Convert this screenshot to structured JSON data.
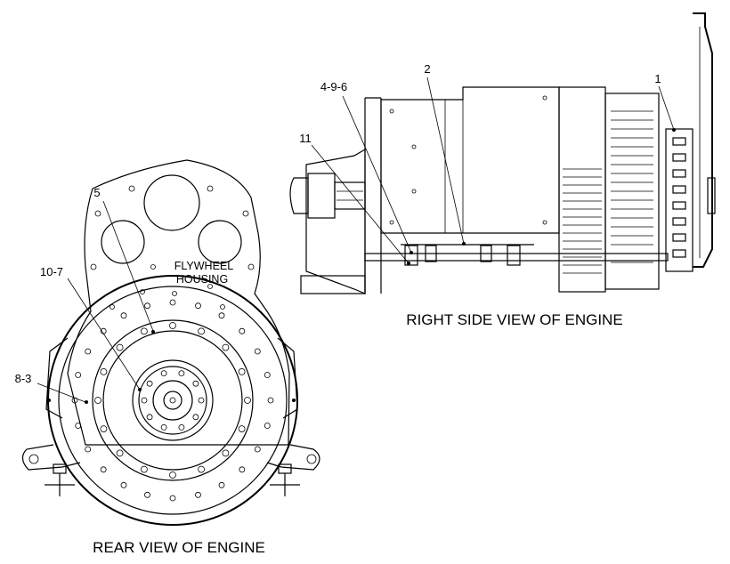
{
  "views": {
    "rear": {
      "caption": "REAR VIEW OF ENGINE",
      "housing_label_line1": "FLYWHEEL",
      "housing_label_line2": "HOUSING"
    },
    "right": {
      "caption": "RIGHT SIDE VIEW OF ENGINE"
    }
  },
  "callouts": {
    "c5": "5",
    "c10_7": "10-7",
    "c8_3": "8-3",
    "c2": "2",
    "c1": "1",
    "c4_9_6": "4-9-6",
    "c11": "11"
  }
}
